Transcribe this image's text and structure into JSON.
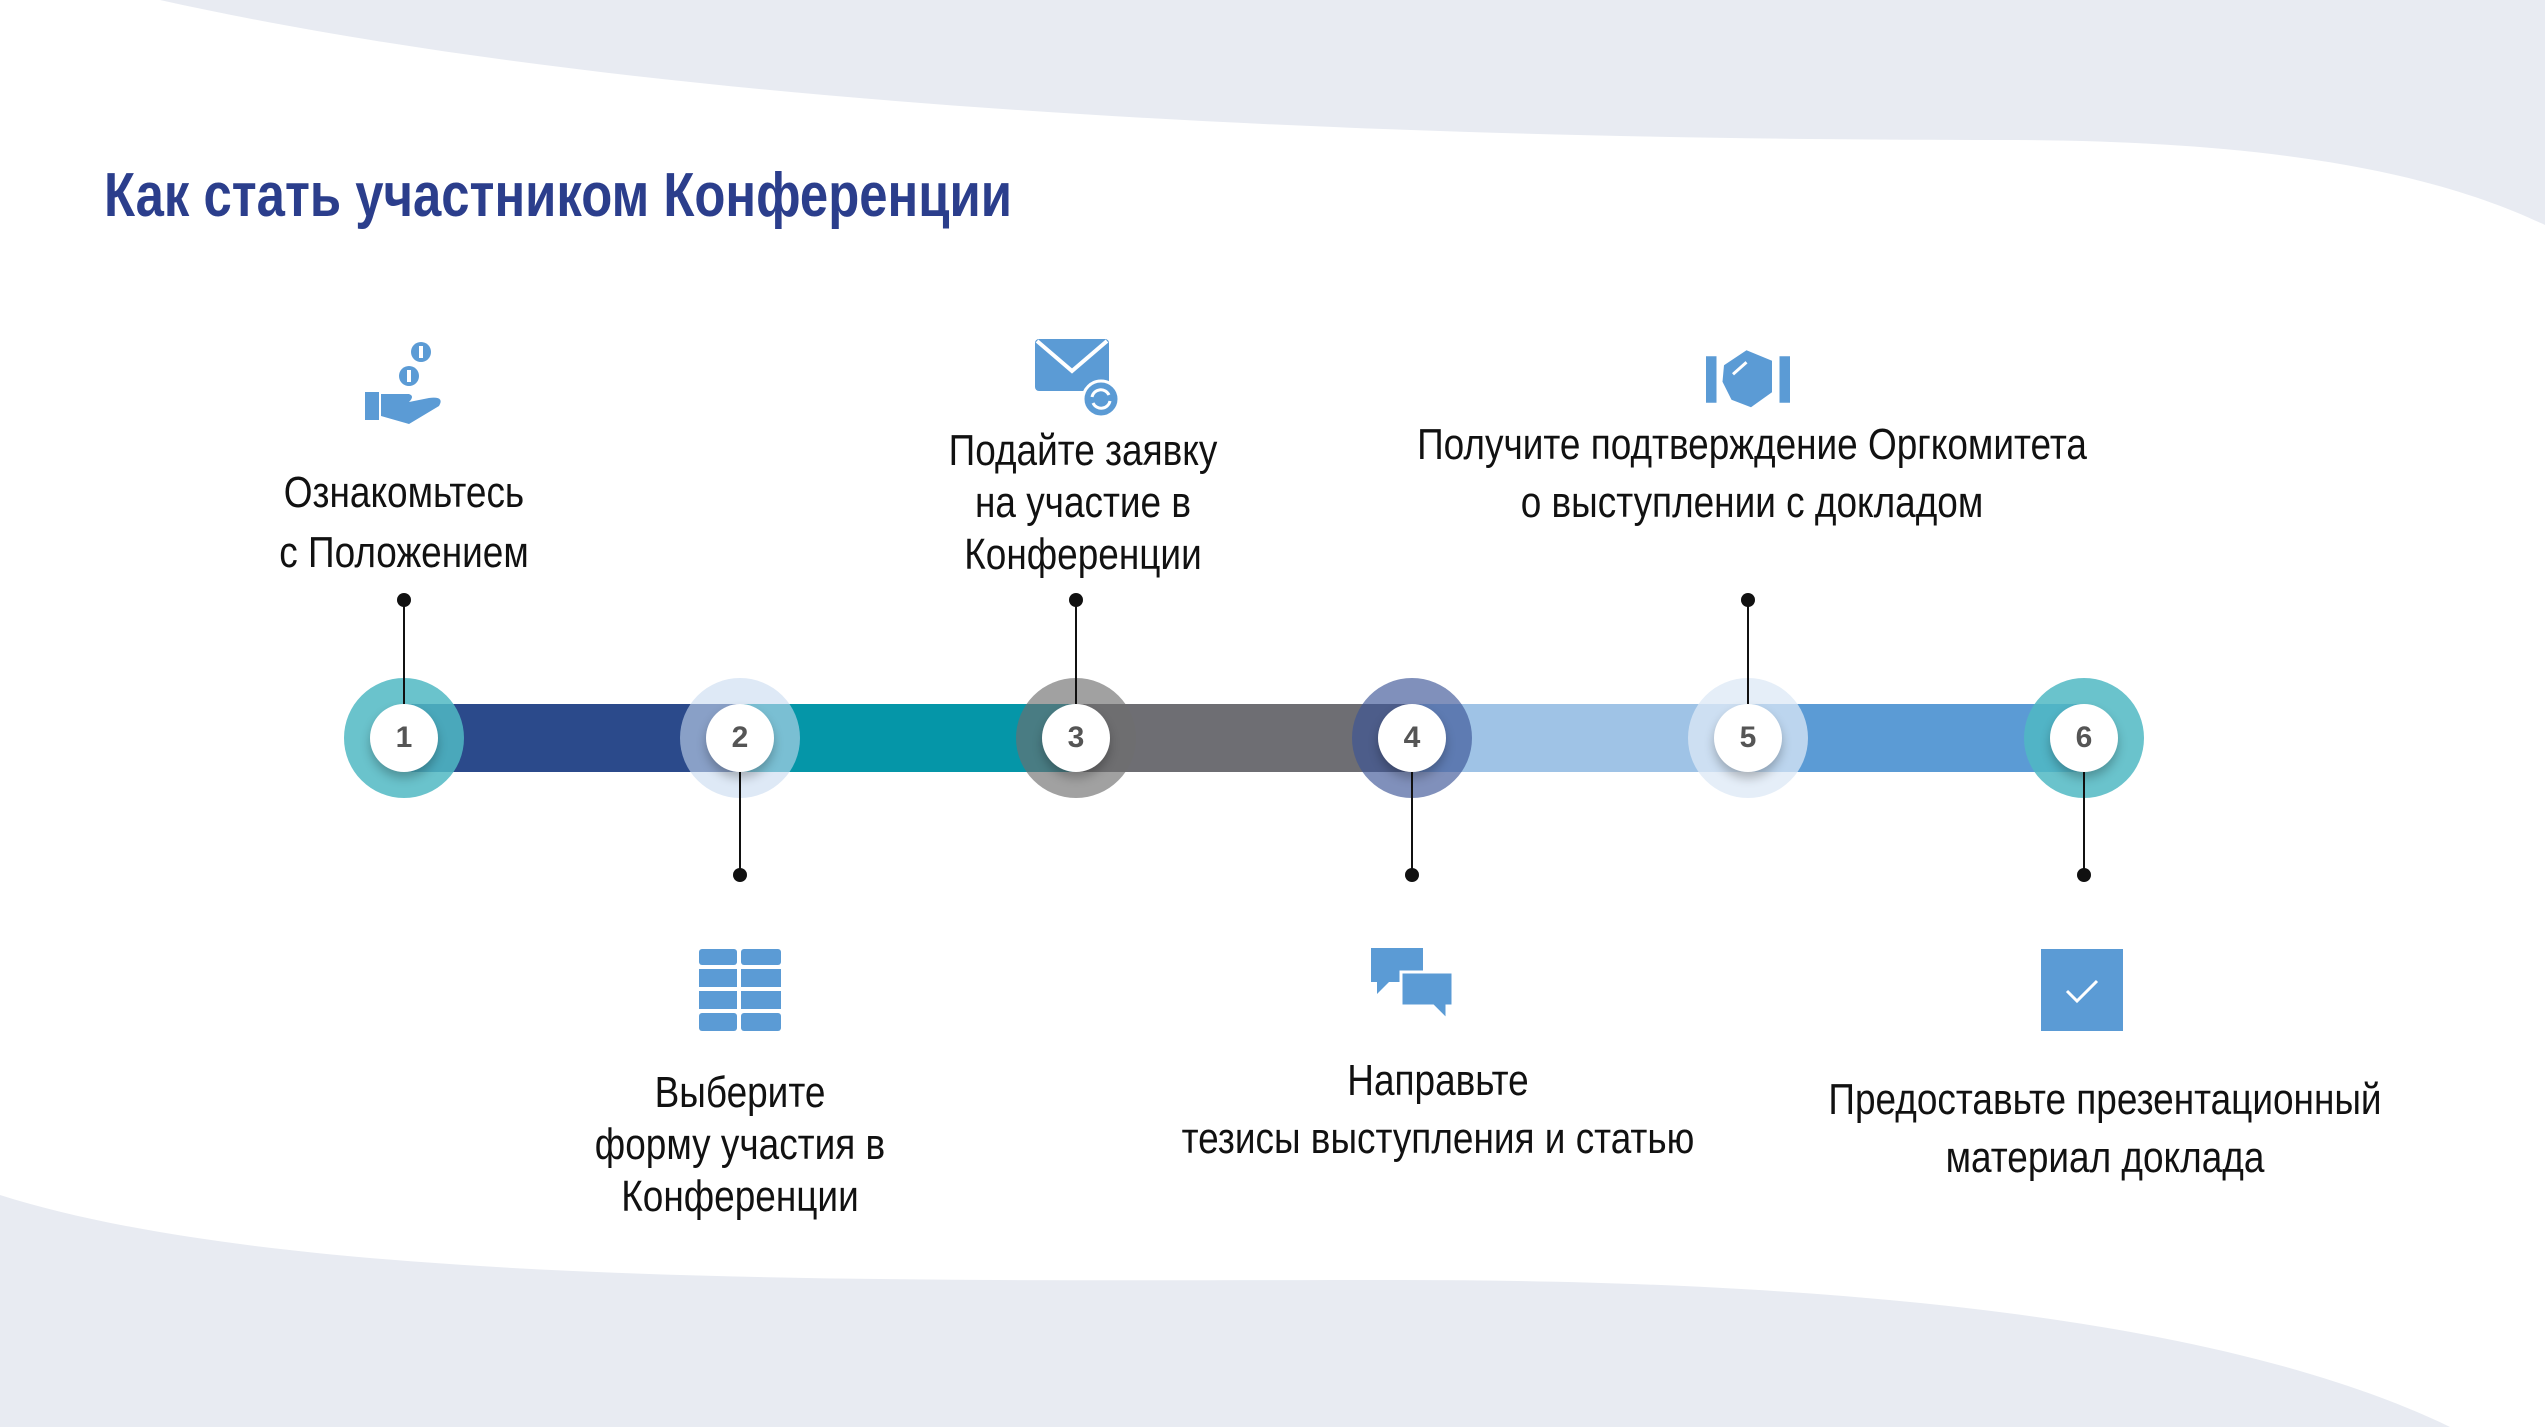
{
  "title": "Как стать участником Конференции",
  "colors": {
    "title": "#2b3e8c",
    "icon": "#5b9bd5",
    "background_wave": "#e8ebf2"
  },
  "steps": [
    {
      "number": "1",
      "icon": "hand-coins-icon",
      "lines": [
        "Ознакомьтесь",
        "с Положением"
      ]
    },
    {
      "number": "2",
      "icon": "grid-form-icon",
      "lines": [
        "Выберите",
        "форму участия в",
        "Конференции"
      ]
    },
    {
      "number": "3",
      "icon": "mail-refresh-icon",
      "lines": [
        "Подайте заявку",
        "на участие в",
        "Конференции"
      ]
    },
    {
      "number": "4",
      "icon": "chat-bubbles-icon",
      "lines": [
        "Направьте",
        "тезисы выступления и статью"
      ]
    },
    {
      "number": "5",
      "icon": "handshake-icon",
      "lines": [
        "Получите подтверждение Оргкомитета",
        "о выступлении с докладом"
      ]
    },
    {
      "number": "6",
      "icon": "checkbox-icon",
      "lines": [
        "Предоставьте презентационный",
        "материал доклада"
      ]
    }
  ]
}
